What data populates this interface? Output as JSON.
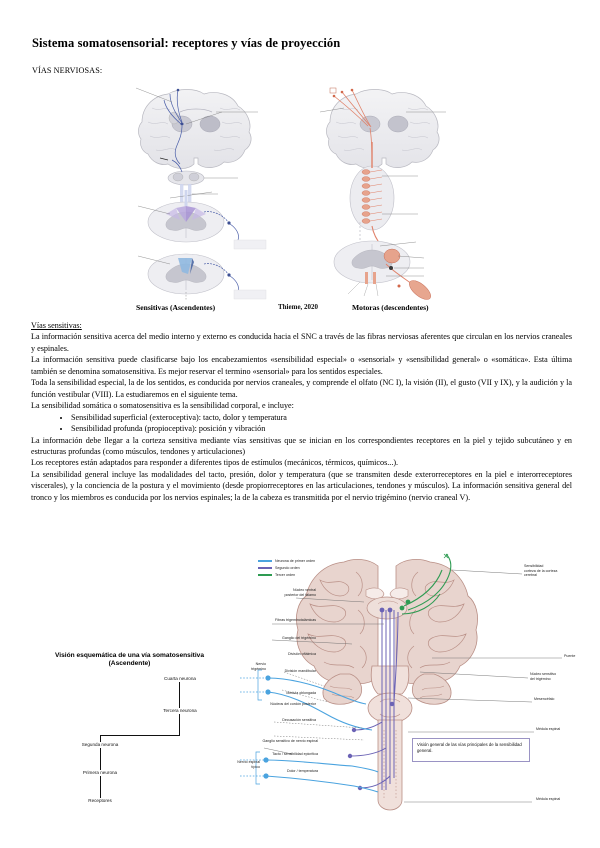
{
  "document": {
    "title": "Sistema somatosensorial: receptores y vías de proyección",
    "subhead": "VÍAS NERVIOSAS:"
  },
  "top_figure": {
    "caption_left": "Sensitivas (Ascendentes)",
    "caption_source": "Thieme, 2020",
    "caption_right": "Motoras (descendentes)",
    "left_panel_name": "vias-sensitivas-ascendentes",
    "right_panel_name": "vias-motoras-descendentes"
  },
  "body": {
    "section_heading": "Vías sensitivas:",
    "paragraphs": [
      "La información sensitiva acerca del medio interno y externo es conducida hacia el SNC a través de las fibras nerviosas aferentes que circulan en los nervios craneales y espinales.",
      "La información sensitiva puede clasificarse bajo los encabezamientos «sensibilidad especial» o «sensorial» y «sensibilidad general» o «somática». Esta última también se denomina somatosensitiva. Es mejor reservar el termino «sensorial» para los sentidos especiales.",
      "Toda la sensibilidad especial, la de los sentidos, es conducida por nervios craneales, y comprende el olfato (NC I), la visión (II), el gusto (VII y IX), y la audición y la función vestibular (VIII). La estudiaremos en el siguiente tema.",
      "La sensibilidad somática o somatosensitiva es la sensibilidad corporal, e incluye:"
    ],
    "bullets": [
      "Sensibilidad superficial (exteroceptiva): tacto, dolor y temperatura",
      "Sensibilidad profunda (propioceptiva): posición y vibración"
    ],
    "paragraphs_after": [
      "La información debe llegar a la corteza sensitiva mediante vías sensitivas que se inician en los correspondientes receptores en la piel y tejido subcutáneo y en estructuras profundas (como músculos, tendones y articulaciones)",
      "Los receptores están adaptados para responder a diferentes tipos de estímulos (mecánicos, térmicos, químicos...).",
      "La sensibilidad general incluye las modalidades del tacto, presión, dolor y temperatura (que se transmiten desde exterorreceptores en la piel e interorreceptores viscerales), y la conciencia de la postura y el movimiento (desde propiorreceptores en las articulaciones, tendones y músculos). La información sensitiva general del tronco y los miembros es conducida por los nervios espinales; la de la cabeza es transmitida por el nervio trigémino (nervio craneal V)."
    ]
  },
  "schematic": {
    "title_line1": "Visión esquemática de una vía somatosensitiva",
    "title_line2": "(Ascendente)",
    "nodes": [
      "Cuarta neurona",
      "Tercera neurona",
      "Segunda neurona",
      "Primera neurona",
      "Receptores"
    ]
  },
  "big_figure": {
    "legend": [
      {
        "label": "Neurona de primer orden",
        "color": "#4aa3df"
      },
      {
        "label": "Segundo orden",
        "color": "#6b63b5"
      },
      {
        "label": "Tercer orden",
        "color": "#2e9b52"
      }
    ],
    "labels_left": [
      "Núcleo ventral\nposterior del tálamo",
      "Fibras trigeminotalámicas",
      "Ganglio del trigémino",
      "Nervio\ntrigémino",
      "División oftálmica",
      "División mandibular",
      "Médula oblongada",
      "Núcleos del cordón posterior",
      "Decusación sensitiva",
      "Ganglio sensitivo de nervio espinal",
      "Nervio espinal\ntípico",
      "Tacto / sensibilidad epicrítica",
      "Dolor / temperatura"
    ],
    "labels_right": [
      "Sensibilidad\ncorteza de la corteza\ncerebral",
      "Puente",
      "Núcleo sensitivo\ndel trigémino",
      "Mesencéfalo",
      "Médula espinal",
      "Médula espinal"
    ],
    "callout": "Visión general de las vías principales de la sensibilidad general.",
    "colors": {
      "brain_fill": "#e8d4ce",
      "brain_outline": "#b98f86",
      "first_order": "#4aa3df",
      "second_order": "#6b63b5",
      "third_order": "#2e9b52"
    }
  }
}
